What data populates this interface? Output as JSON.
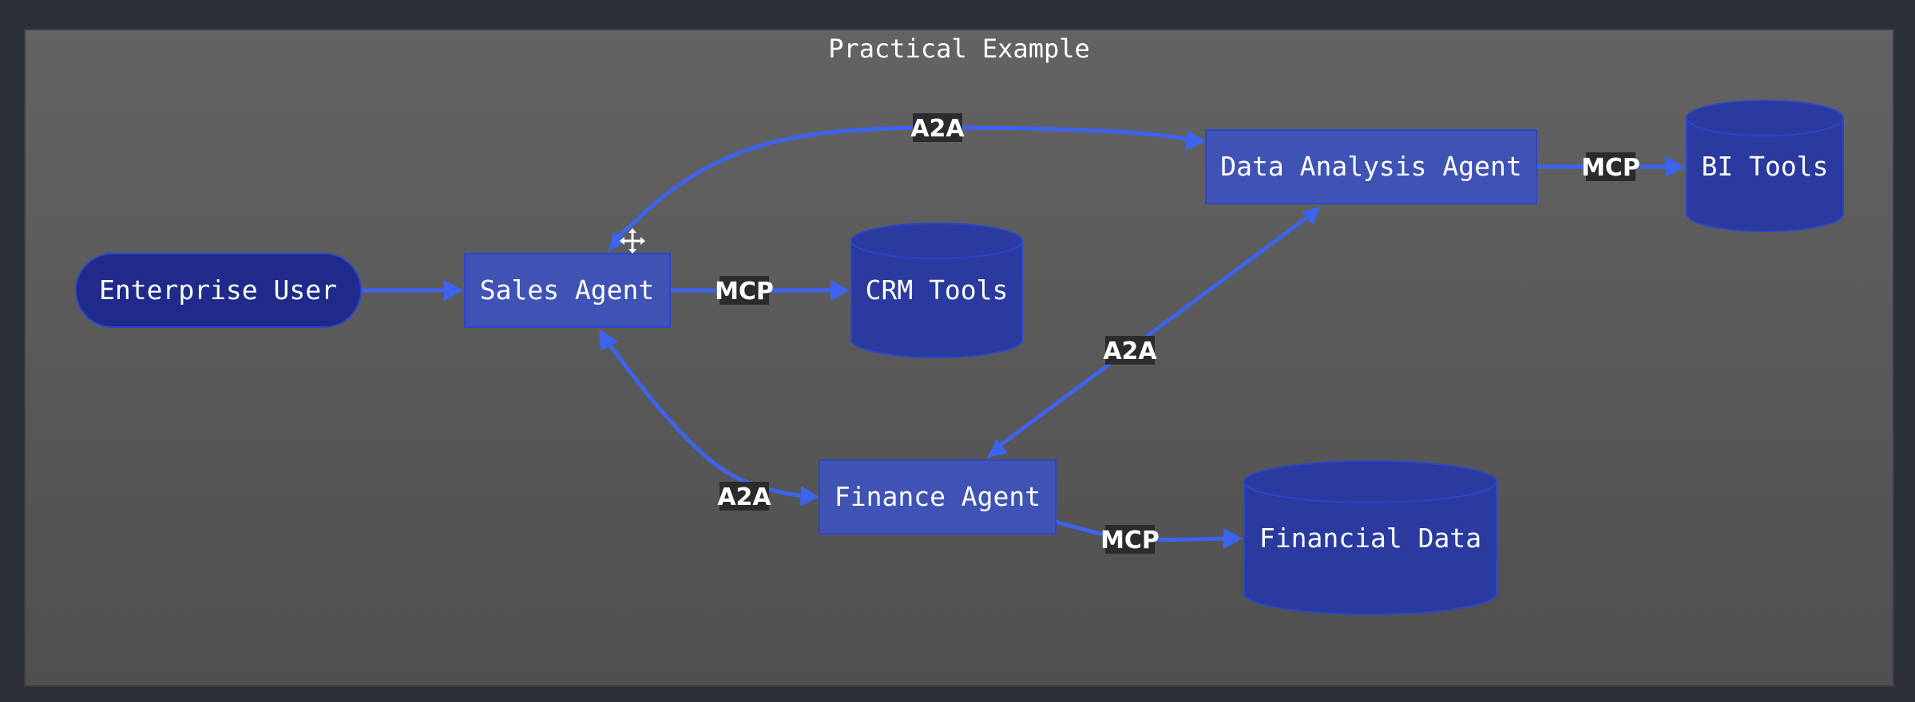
{
  "title": "Practical Example",
  "colors": {
    "frame": "#2c2f38",
    "canvas_top": "#636363",
    "canvas_bottom": "#4f4f4f",
    "edge": "#3d63ef",
    "user_fill": "#1f2a8a",
    "agent_fill": "#3f53b5",
    "tool_fill": "#2a3a9e",
    "node_stroke": "#2a46c9",
    "label_bg": "#2b2b2e",
    "text": "#ffffff"
  },
  "nodes": {
    "enterprise_user": {
      "label": "Enterprise User",
      "shape": "stadium"
    },
    "sales_agent": {
      "label": "Sales Agent",
      "shape": "rect"
    },
    "crm_tools": {
      "label": "CRM Tools",
      "shape": "cylinder"
    },
    "data_analysis_agent": {
      "label": "Data Analysis Agent",
      "shape": "rect"
    },
    "bi_tools": {
      "label": "BI Tools",
      "shape": "cylinder"
    },
    "finance_agent": {
      "label": "Finance Agent",
      "shape": "rect"
    },
    "financial_data": {
      "label": "Financial Data",
      "shape": "cylinder"
    }
  },
  "edges": {
    "user_to_sales": {
      "from": "Enterprise User",
      "to": "Sales Agent",
      "label": ""
    },
    "sales_to_crm": {
      "from": "Sales Agent",
      "to": "CRM Tools",
      "label": "MCP"
    },
    "sales_to_data": {
      "from": "Sales Agent",
      "to": "Data Analysis Agent",
      "label": "A2A"
    },
    "data_to_bi": {
      "from": "Data Analysis Agent",
      "to": "BI Tools",
      "label": "MCP"
    },
    "sales_to_finance": {
      "from": "Sales Agent",
      "to": "Finance Agent",
      "label": "A2A"
    },
    "data_to_finance": {
      "from": "Data Analysis Agent",
      "to": "Finance Agent",
      "label": "A2A"
    },
    "finance_to_fdata": {
      "from": "Finance Agent",
      "to": "Financial Data",
      "label": "MCP"
    }
  },
  "icons": {
    "cursor": "move-cursor-icon"
  }
}
